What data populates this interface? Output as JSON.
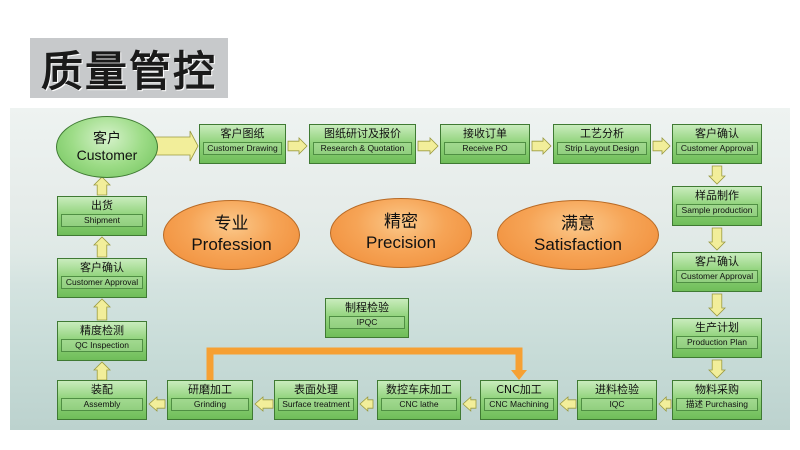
{
  "title": "质量管控",
  "customer": {
    "cn": "客户",
    "en": "Customer"
  },
  "ovals": [
    {
      "cn": "专业",
      "en": "Profession"
    },
    {
      "cn": "精密",
      "en": "Precision"
    },
    {
      "cn": "满意",
      "en": "Satisfaction"
    }
  ],
  "steps": {
    "customer_drawing": {
      "cn": "客户图纸",
      "en": "Customer Drawing"
    },
    "research_quotation": {
      "cn": "图纸研讨及报价",
      "en": "Research & Quotation"
    },
    "receive_po": {
      "cn": "接收订单",
      "en": "Receive PO"
    },
    "strip_layout": {
      "cn": "工艺分析",
      "en": "Strip Layout Design"
    },
    "customer_approval_top": {
      "cn": "客户确认",
      "en": "Customer Approval"
    },
    "sample_production": {
      "cn": "样品制作",
      "en": "Sample production"
    },
    "customer_approval_right": {
      "cn": "客户确认",
      "en": "Customer Approval"
    },
    "production_plan": {
      "cn": "生产计划",
      "en": "Production Plan"
    },
    "purchasing": {
      "cn": "物料采购",
      "en": "描述 Purchasing"
    },
    "iqc": {
      "cn": "进料检验",
      "en": "IQC"
    },
    "cnc_machining": {
      "cn": "CNC加工",
      "en": "CNC Machining"
    },
    "cnc_lathe": {
      "cn": "数控车床加工",
      "en": "CNC lathe"
    },
    "surface_treatment": {
      "cn": "表面处理",
      "en": "Surface treatment"
    },
    "grinding": {
      "cn": "研磨加工",
      "en": "Grinding"
    },
    "assembly": {
      "cn": "装配",
      "en": "Assembly"
    },
    "qc_inspection": {
      "cn": "精度检测",
      "en": "QC Inspection"
    },
    "customer_approval_left": {
      "cn": "客户确认",
      "en": "Customer Approval"
    },
    "shipment": {
      "cn": "出货",
      "en": "Shipment"
    },
    "ipqc": {
      "cn": "制程检验",
      "en": "IPQC"
    }
  },
  "colors": {
    "box_green": "#93d47e",
    "oval_orange": "#f6a456",
    "arrow_yellow": "#f2ee9a",
    "loop_orange": "#f6a033"
  }
}
